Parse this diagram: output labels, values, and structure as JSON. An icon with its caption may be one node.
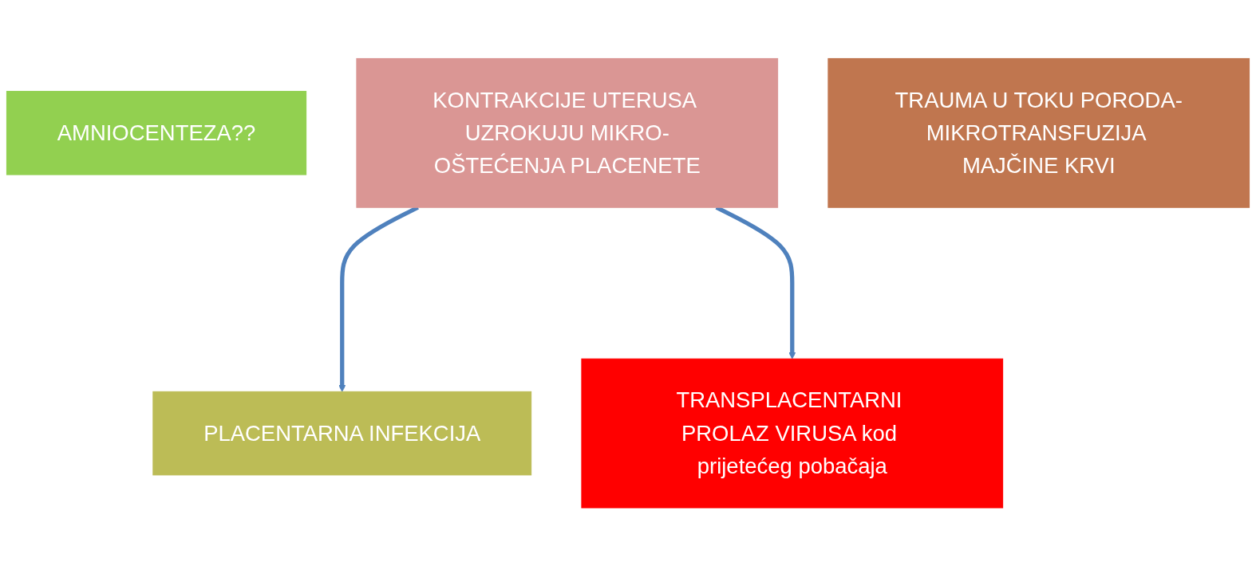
{
  "diagram": {
    "nodes": [
      {
        "text": [
          "AMNIOCENTEZA??"
        ]
      },
      {
        "text": [
          "KONTRAKCIJE UTERUSA UZROKUJU MIKRO-OŠTEĆENJA PLACENETE"
        ]
      },
      {
        "text": [
          "TRAUMA U TOKU PORODA-MIKROTRANSFUZIJA MAJČINE KRVI"
        ]
      },
      {
        "text": [
          "PLACENTARNA INFEKCIJA"
        ]
      },
      {
        "text": [
          "TRANSPLACENTARNI PROLAZ VIRUSA kod prijetećeg pobačaja"
        ]
      }
    ],
    "edges": [
      {
        "from": 1,
        "to": 3,
        "arrow": "to"
      },
      {
        "from": 1,
        "to": 4,
        "arrow": "to"
      }
    ]
  }
}
